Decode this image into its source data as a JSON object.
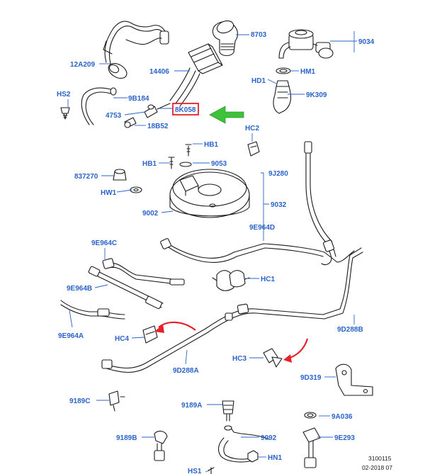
{
  "callouts": {
    "c_12A209": "12A209",
    "c_8703": "8703",
    "c_9034": "9034",
    "c_14406": "14406",
    "c_HM1": "HM1",
    "c_HD1": "HD1",
    "c_HS2": "HS2",
    "c_9B184": "9B184",
    "c_9K309": "9K309",
    "c_4753": "4753",
    "c_8K058": "8K058",
    "c_18B52": "18B52",
    "c_HC2": "HC2",
    "c_HB1a": "HB1",
    "c_HB1b": "HB1",
    "c_9053": "9053",
    "c_837270": "837270",
    "c_9J280": "9J280",
    "c_HW1": "HW1",
    "c_9032": "9032",
    "c_9002": "9002",
    "c_9E964D": "9E964D",
    "c_9E964C": "9E964C",
    "c_HC1": "HC1",
    "c_9E964B": "9E964B",
    "c_9E964A": "9E964A",
    "c_9D288B": "9D288B",
    "c_HC4": "HC4",
    "c_HC3": "HC3",
    "c_9D288A": "9D288A",
    "c_9D319": "9D319",
    "c_9189C": "9189C",
    "c_9189A": "9189A",
    "c_9A036": "9A036",
    "c_9189B": "9189B",
    "c_9092": "9092",
    "c_9E293": "9E293",
    "c_HN1": "HN1",
    "c_HS1": "HS1"
  },
  "highlight": {
    "part": "8K058",
    "box_color": "#e8202a",
    "arrow_color": "#3ec23a"
  },
  "annotation_arrow_color": "#e8202a",
  "callout_color": "#2b63c8",
  "footer": {
    "code": "3100115",
    "date": "02-2018 07"
  }
}
